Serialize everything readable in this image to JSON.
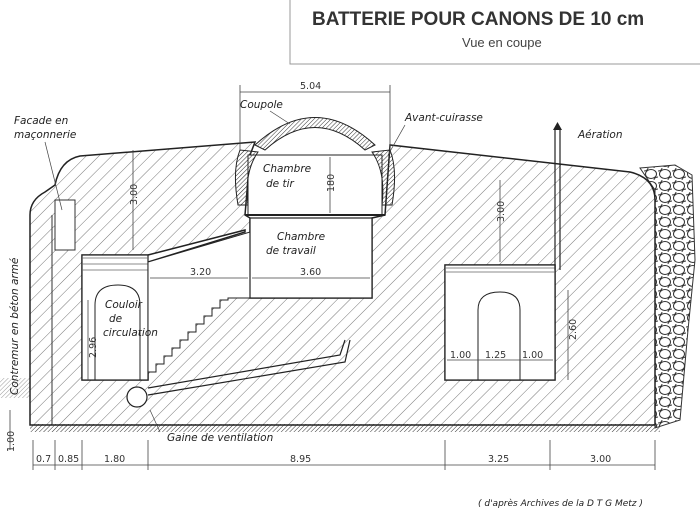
{
  "title": "BATTERIE POUR CANONS DE 10 cm",
  "subtitle": "Vue en coupe",
  "labels": {
    "facade_1": "Facade en",
    "facade_2": "maçonnerie",
    "contremur": "Contremur en béton armé",
    "coupole": "Coupole",
    "avant_cuirasse": "Avant-cuirasse",
    "aeration": "Aération",
    "chambre_tir_1": "Chambre",
    "chambre_tir_2": "de tir",
    "chambre_travail_1": "Chambre",
    "chambre_travail_2": "de travail",
    "couloir_1": "Couloir",
    "couloir_2": "de",
    "couloir_3": "circulation",
    "gaine": "Gaine de ventilation"
  },
  "dimensions": {
    "coupole_width": "5.04",
    "roof_left": "3.00",
    "chambre_tir_h": "180",
    "d320": "3.20",
    "d360": "3.60",
    "couloir_h": "2.96",
    "roof_right": "3.00",
    "room_h": "2.60",
    "r1": "1.00",
    "r2": "1.25",
    "r3": "1.00",
    "footing": "1.00",
    "bottom": [
      "0.7",
      "0.85",
      "1.80",
      "8.95",
      "3.25",
      "3.00"
    ]
  },
  "credit": "( d'après Archives de la D T G Metz )"
}
